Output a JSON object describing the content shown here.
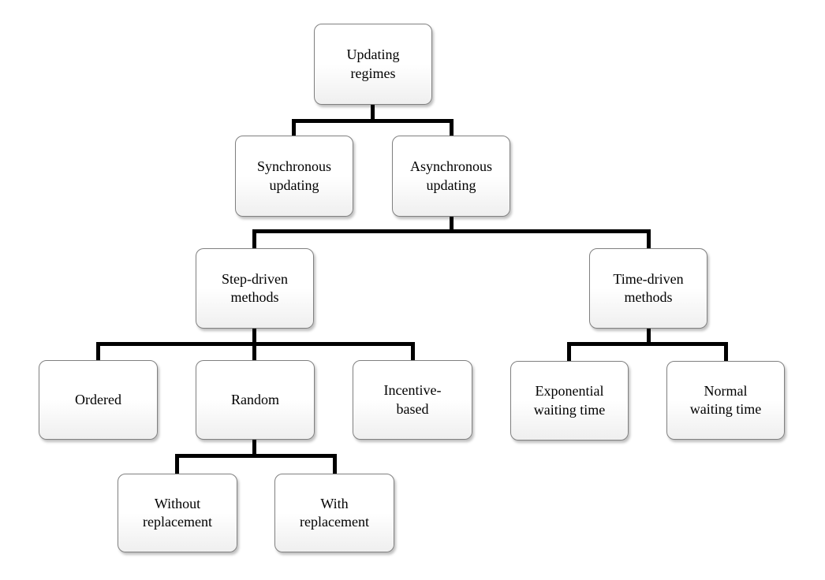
{
  "diagram": {
    "type": "tree",
    "colors": {
      "connector": "#000000",
      "node_border": "#808080",
      "node_fill_top": "#ffffff",
      "node_fill_bottom": "#efefef",
      "text": "#000000",
      "background": "#ffffff"
    },
    "nodes": {
      "updating_regimes": {
        "label": "Updating regimes",
        "lines": [
          "Updating",
          "regimes"
        ]
      },
      "synchronous_updating": {
        "label": "Synchronous updating",
        "lines": [
          "Synchronous",
          "updating"
        ]
      },
      "asynchronous_updating": {
        "label": "Asynchronous updating",
        "lines": [
          "Asynchronous",
          "updating"
        ]
      },
      "step_driven_methods": {
        "label": "Step-driven methods",
        "lines": [
          "Step-driven",
          "methods"
        ]
      },
      "time_driven_methods": {
        "label": "Time-driven methods",
        "lines": [
          "Time-driven",
          "methods"
        ]
      },
      "ordered": {
        "label": "Ordered",
        "lines": [
          "Ordered"
        ]
      },
      "random": {
        "label": "Random",
        "lines": [
          "Random"
        ]
      },
      "incentive_based": {
        "label": "Incentive-based",
        "lines": [
          "Incentive-",
          "based"
        ]
      },
      "exponential_waiting_time": {
        "label": "Exponential waiting time",
        "lines": [
          "Exponential",
          "waiting time"
        ]
      },
      "normal_waiting_time": {
        "label": "Normal waiting time",
        "lines": [
          "Normal",
          "waiting time"
        ]
      },
      "without_replacement": {
        "label": "Without replacement",
        "lines": [
          "Without",
          "replacement"
        ]
      },
      "with_replacement": {
        "label": "With replacement",
        "lines": [
          "With",
          "replacement"
        ]
      }
    },
    "edges": [
      {
        "from": "updating_regimes",
        "to": "synchronous_updating"
      },
      {
        "from": "updating_regimes",
        "to": "asynchronous_updating"
      },
      {
        "from": "asynchronous_updating",
        "to": "step_driven_methods"
      },
      {
        "from": "asynchronous_updating",
        "to": "time_driven_methods"
      },
      {
        "from": "step_driven_methods",
        "to": "ordered"
      },
      {
        "from": "step_driven_methods",
        "to": "random"
      },
      {
        "from": "step_driven_methods",
        "to": "incentive_based"
      },
      {
        "from": "time_driven_methods",
        "to": "exponential_waiting_time"
      },
      {
        "from": "time_driven_methods",
        "to": "normal_waiting_time"
      },
      {
        "from": "random",
        "to": "without_replacement"
      },
      {
        "from": "random",
        "to": "with_replacement"
      }
    ]
  }
}
